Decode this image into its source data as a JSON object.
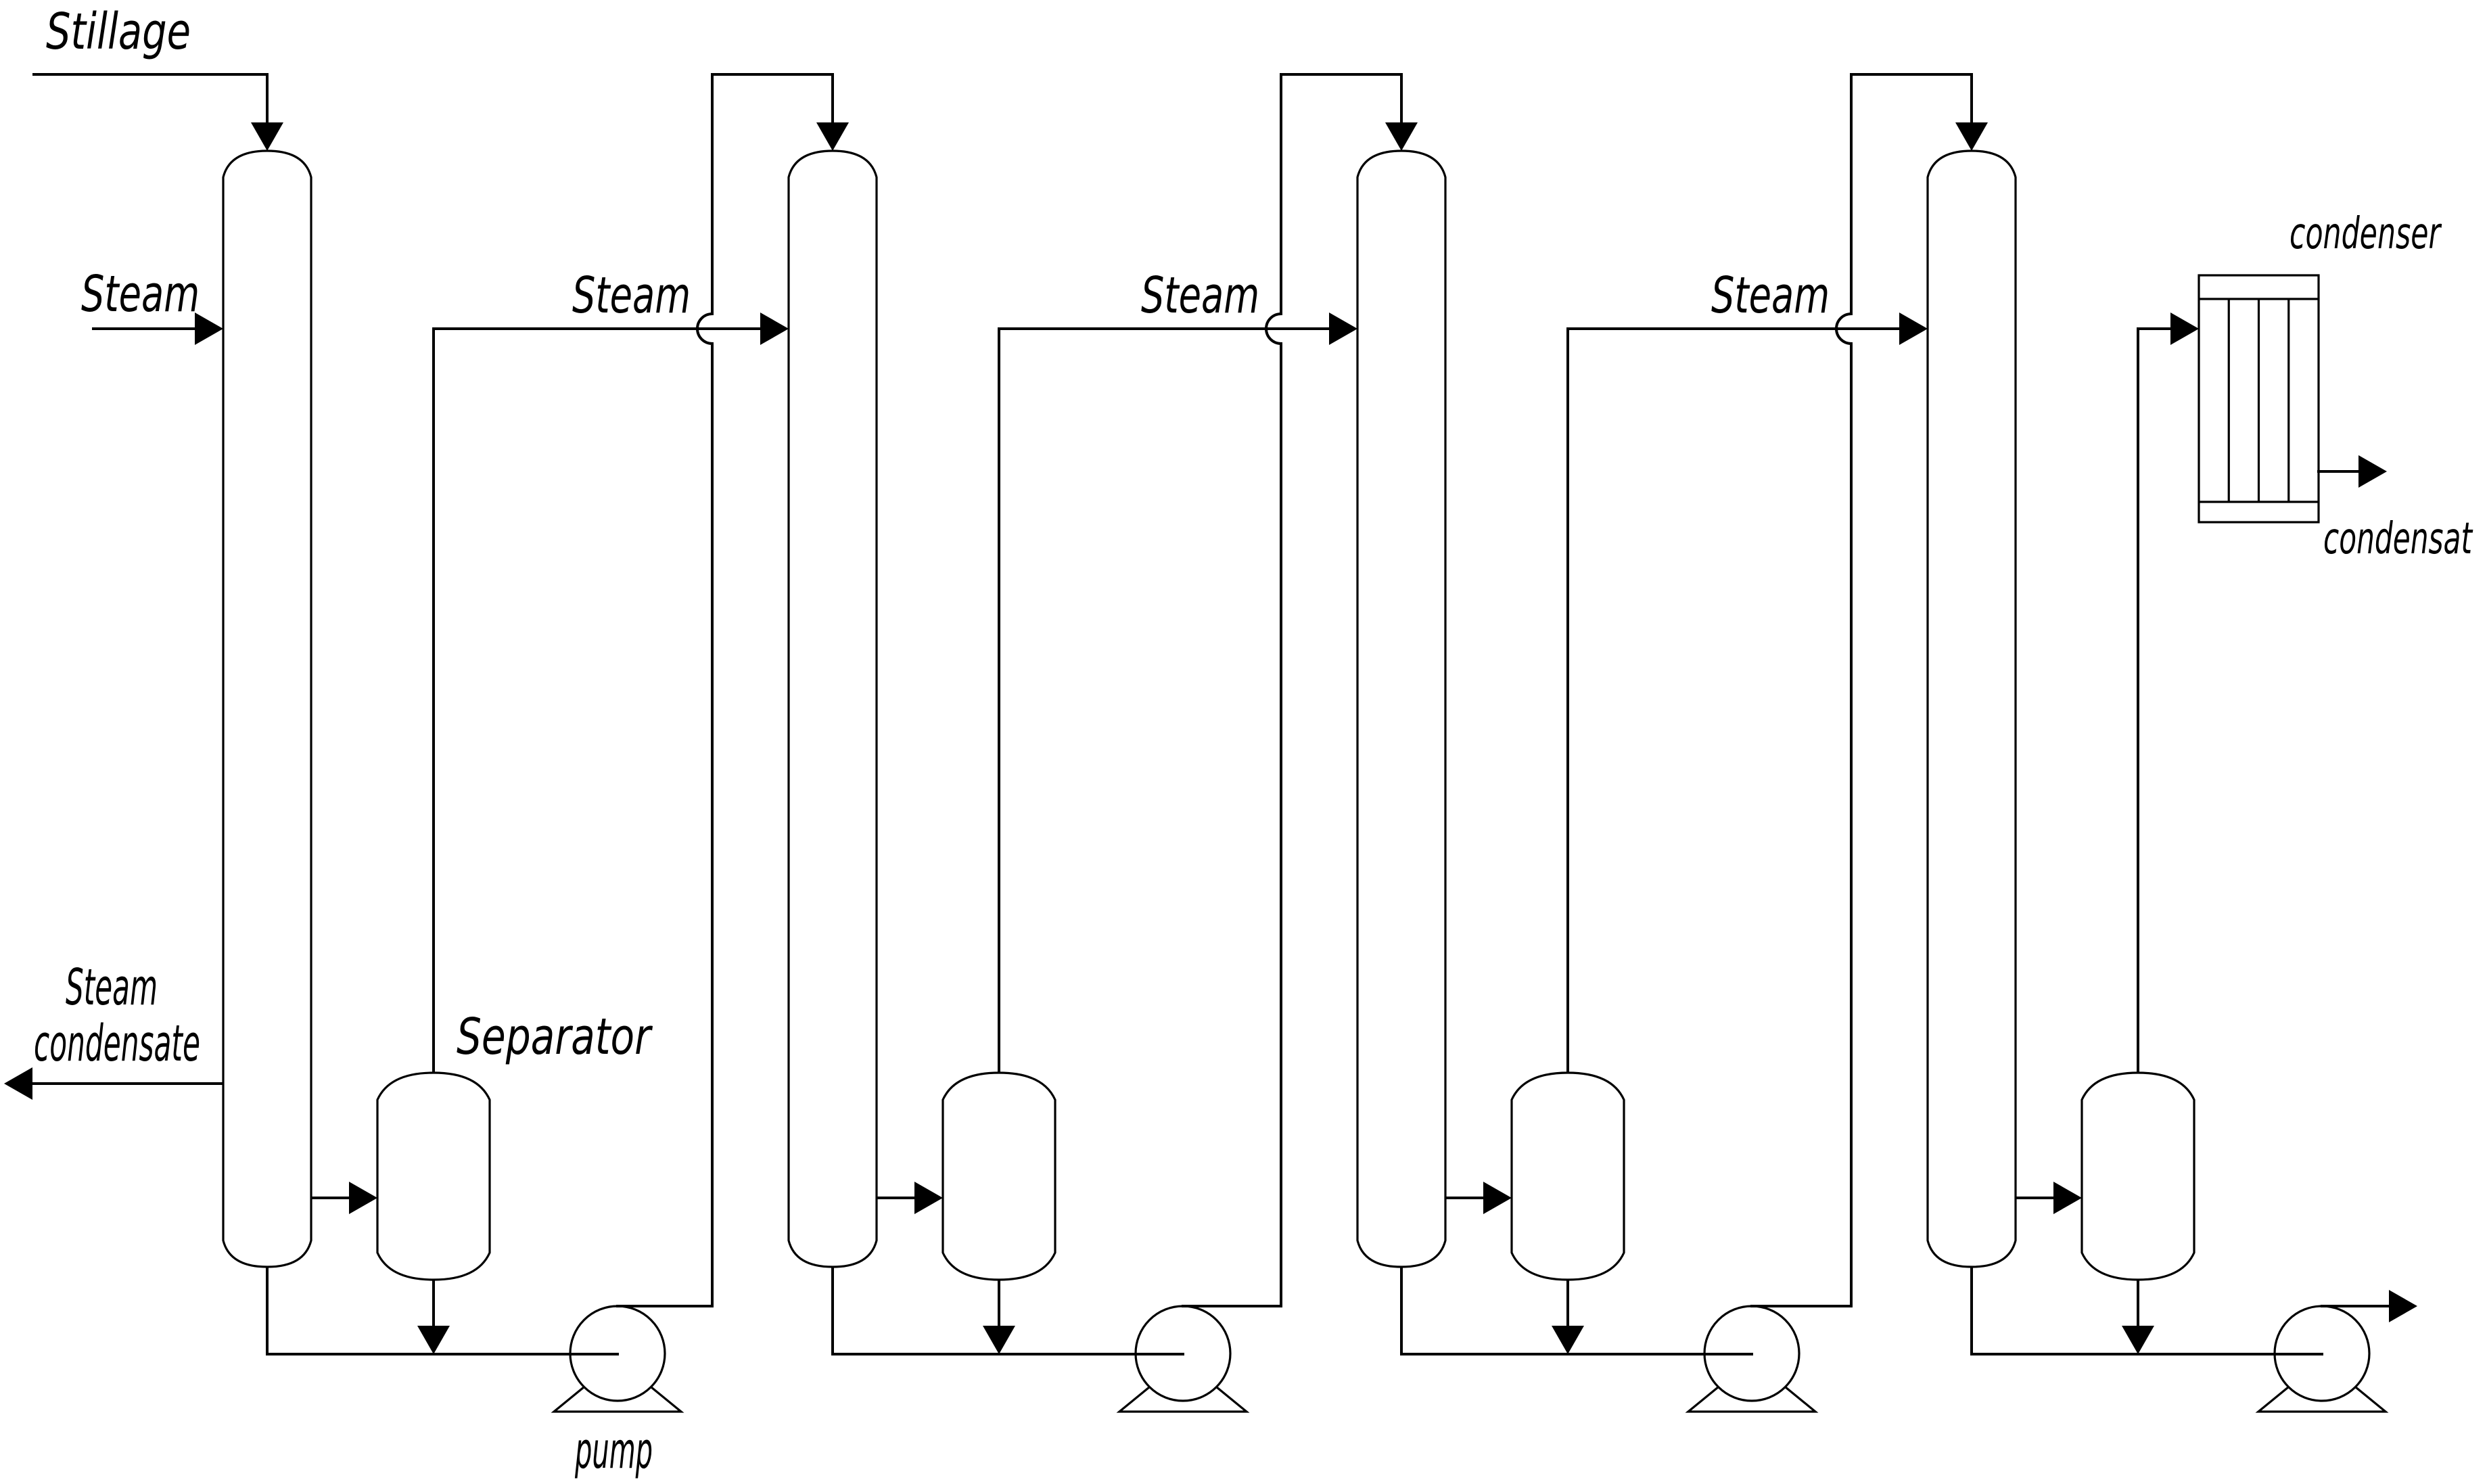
{
  "diagram": {
    "title": "Four-effect evaporation of stillage",
    "colors": {
      "line": "#000000",
      "background": "#ffffff"
    },
    "labels": {
      "feed": "Stillage",
      "steam": "Steam",
      "steam_condensate_line1": "Steam",
      "steam_condensate_line2": "condensate",
      "separator": "Separator",
      "pump": "pump",
      "condenser": "condenser",
      "condensate_out": "condensat"
    },
    "stages": [
      {
        "id": 1,
        "evaporator": "evaporator-1",
        "separator": "separator-1",
        "pump": "pump-1",
        "steam_label": "Steam"
      },
      {
        "id": 2,
        "evaporator": "evaporator-2",
        "separator": "separator-2",
        "pump": "pump-2",
        "steam_label": "Steam"
      },
      {
        "id": 3,
        "evaporator": "evaporator-3",
        "separator": "separator-3",
        "pump": "pump-3",
        "steam_label": "Steam"
      },
      {
        "id": 4,
        "evaporator": "evaporator-4",
        "separator": "separator-4",
        "pump": "pump-4",
        "steam_label": "Steam"
      }
    ],
    "condenser": {
      "tubes": 3
    }
  }
}
